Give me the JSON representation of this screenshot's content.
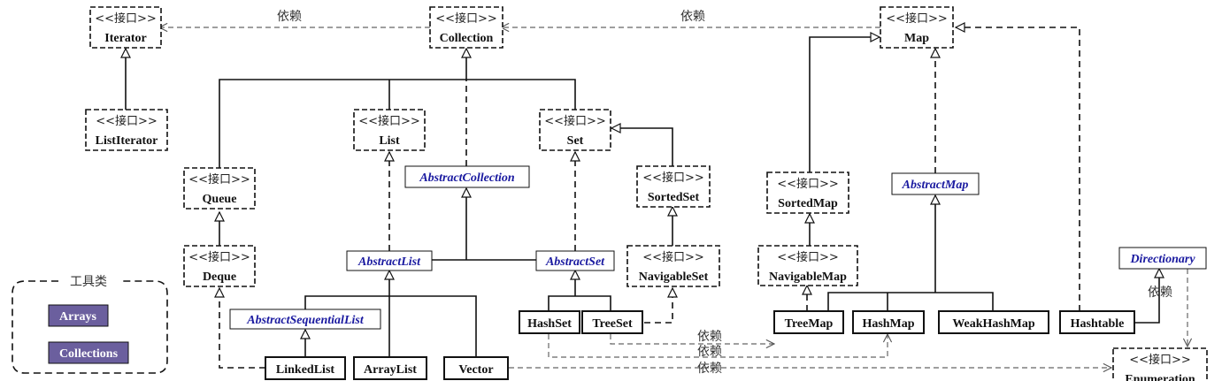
{
  "stereotype": "<<接口>>",
  "dependency_label": "依赖",
  "interfaces": {
    "iterator": "Iterator",
    "list_iterator": "ListIterator",
    "collection": "Collection",
    "map": "Map",
    "queue": "Queue",
    "deque": "Deque",
    "list": "List",
    "set": "Set",
    "sorted_set": "SortedSet",
    "navigable_set": "NavigableSet",
    "sorted_map": "SortedMap",
    "navigable_map": "NavigableMap",
    "enumeration": "Enumeration"
  },
  "abstract_classes": {
    "abstract_collection": "AbstractCollection",
    "abstract_list": "AbstractList",
    "abstract_set": "AbstractSet",
    "abstract_sequential_list": "AbstractSequentialList",
    "abstract_map": "AbstractMap",
    "directionary": "Directionary"
  },
  "classes": {
    "hash_set": "HashSet",
    "tree_set": "TreeSet",
    "linked_list": "LinkedList",
    "array_list": "ArrayList",
    "vector": "Vector",
    "tree_map": "TreeMap",
    "hash_map": "HashMap",
    "weak_hash_map": "WeakHashMap",
    "hashtable": "Hashtable"
  },
  "utilities": {
    "title": "工具类",
    "items": [
      "Arrays",
      "Collections"
    ]
  },
  "colors": {
    "line": "#111111",
    "abstract_text": "#1a1aa0",
    "utility_fill": "#6b5f9e"
  }
}
